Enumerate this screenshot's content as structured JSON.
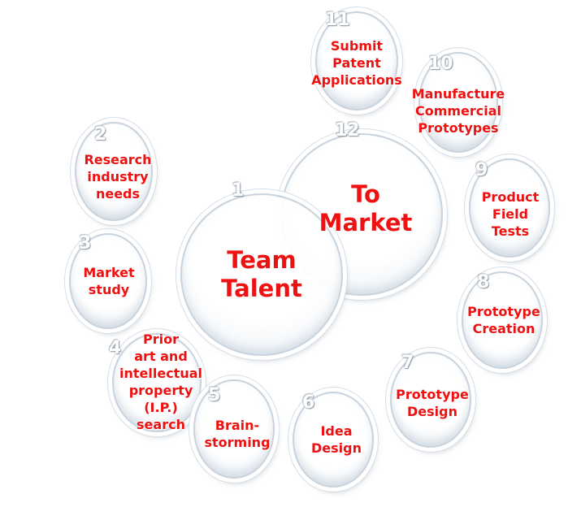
{
  "center": {
    "team": {
      "number": "1",
      "label": "Team\nTalent"
    },
    "market": {
      "number": "12",
      "label": "To\nMarket"
    }
  },
  "steps": [
    {
      "number": "2",
      "label": "Research\nindustry\nneeds"
    },
    {
      "number": "3",
      "label": "Market\nstudy"
    },
    {
      "number": "4",
      "label": "Prior\nart and\nintellectual\nproperty\n(I.P.)\nsearch"
    },
    {
      "number": "5",
      "label": "Brain-\nstorming"
    },
    {
      "number": "6",
      "label": "Idea\nDesign"
    },
    {
      "number": "7",
      "label": "Prototype\nDesign"
    },
    {
      "number": "8",
      "label": "Prototype\nCreation"
    },
    {
      "number": "9",
      "label": "Product\nField\nTests"
    },
    {
      "number": "10",
      "label": "Manufacture\nCommercial\nPrototypes"
    },
    {
      "number": "11",
      "label": "Submit\nPatent\nApplications"
    }
  ],
  "colors": {
    "label": "#ee1111",
    "number": "#ffffff",
    "outline": "#c9d3dd"
  }
}
